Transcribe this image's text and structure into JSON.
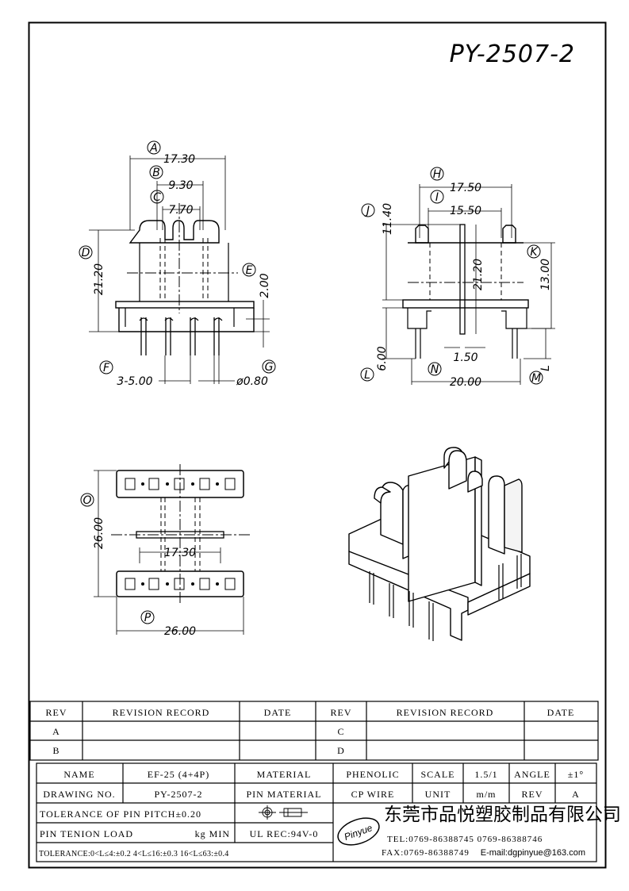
{
  "title": "PY-2507-2",
  "views": {
    "front": {
      "labels": [
        "A",
        "B",
        "C",
        "D",
        "E",
        "F",
        "G"
      ],
      "dims": [
        "17.30",
        "9.30",
        "7.70",
        "21.20",
        "2.00",
        "3-5.00",
        "ø0.80"
      ]
    },
    "side": {
      "labels": [
        "H",
        "I",
        "J",
        "K",
        "L",
        "M",
        "N"
      ],
      "dims": [
        "17.50",
        "15.50",
        "11.40",
        "21.20",
        "13.00",
        "1.50",
        "6.00",
        "20.00",
        "L"
      ]
    },
    "bottom": {
      "labels": [
        "O",
        "P"
      ],
      "dims": [
        "26.00",
        "17.30",
        "26.00"
      ]
    }
  },
  "revision_table": {
    "headers": [
      "REV",
      "REVISION RECORD",
      "DATE",
      "REV",
      "REVISION RECORD",
      "DATE"
    ],
    "rows": [
      [
        "A",
        "C"
      ],
      [
        "B",
        "D"
      ]
    ]
  },
  "title_block": {
    "name_label": "NAME",
    "name_value": "EF-25 (4+4P)",
    "material_label": "MATERIAL",
    "material_value": "PHENOLIC",
    "scale_label": "SCALE",
    "scale_value": "1.5/1",
    "angle_label": "ANGLE",
    "angle_value": "±1°",
    "drawing_label": "DRAWING NO.",
    "drawing_value": "PY-2507-2",
    "pin_material_label": "PIN MATERIAL",
    "pin_material_value": "CP WIRE",
    "unit_label": "UNIT",
    "unit_value": "m/m",
    "rev_label": "REV",
    "rev_value": "A",
    "tolerance_pitch": "TOLERANCE OF PIN PITCH±0.20",
    "pin_tension_label": "PIN TENION LOAD",
    "pin_tension_value": "kg MIN",
    "ul_rec": "UL REC:94V-0",
    "tolerance_line": "TOLERANCE:0<L≤4:±0.2  4<L≤16:±0.3  16<L≤63:±0.4",
    "company": "东莞市品悦塑胶制品有限公司",
    "logo_text": "Pinyue",
    "tel": "TEL:0769-86388745   0769-86388746",
    "fax": "FAX:0769-86388749",
    "email": "E-mail:dgpinyue@163.com"
  }
}
